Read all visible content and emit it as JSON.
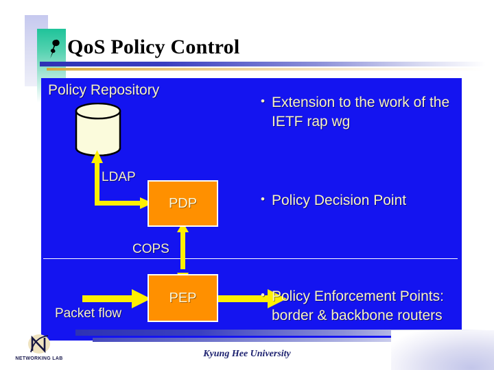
{
  "slide": {
    "title": "QoS Policy Control",
    "title_icon": "pushpin-icon"
  },
  "diagram": {
    "repository_label": "Policy Repository",
    "repository_shape": "database-cylinder-icon",
    "protocol_ldap": "LDAP",
    "protocol_cops": "COPS",
    "packet_flow_label": "Packet flow",
    "boxes": [
      {
        "id": "pdp",
        "label": "PDP"
      },
      {
        "id": "pep",
        "label": "PEP"
      }
    ],
    "colors": {
      "panel_background": "#1414F0",
      "box_fill": "#FF9000",
      "box_border": "#FFFFFF",
      "arrow": "#FFFF00",
      "label_text": "#F5F0C8",
      "cylinder_fill": "#FBFBDC",
      "cylinder_stroke": "#000000"
    }
  },
  "bullets": [
    {
      "marker": "•",
      "text": "Extension to the work of the IETF rap wg"
    },
    {
      "marker": "•",
      "text": "Policy Decision Point"
    },
    {
      "marker": "•",
      "text": "Policy Enforcement Points: border & backbone routers"
    }
  ],
  "footer": {
    "logo_text": "NETWORKING LAB",
    "logo_mark": "n-monogram-icon",
    "caption": "Kyung Hee University"
  }
}
